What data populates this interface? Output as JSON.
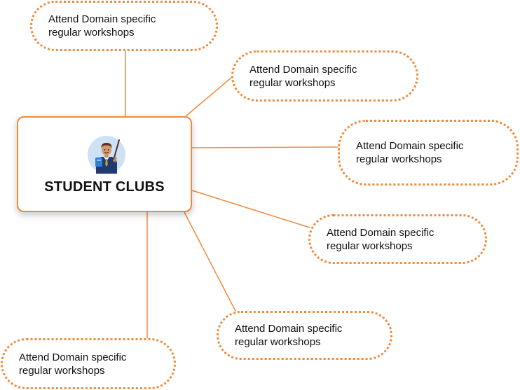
{
  "diagram": {
    "center": {
      "title": "STUDENT CLUBS",
      "icon": "teacher-with-pointer-icon"
    },
    "nodes": [
      {
        "line1": "Attend Domain specific",
        "line2": "regular workshops"
      },
      {
        "line1": "Attend Domain specific",
        "line2": "regular workshops"
      },
      {
        "line1": "Attend Domain specific",
        "line2": "regular workshops"
      },
      {
        "line1": "Attend Domain specific",
        "line2": "regular workshops"
      },
      {
        "line1": "Attend Domain specific",
        "line2": "regular workshops"
      },
      {
        "line1": "Attend Domain specific",
        "line2": "regular workshops"
      }
    ]
  },
  "colors": {
    "accent": "#f08a3c",
    "text": "#111111",
    "background": "#ffffff"
  }
}
